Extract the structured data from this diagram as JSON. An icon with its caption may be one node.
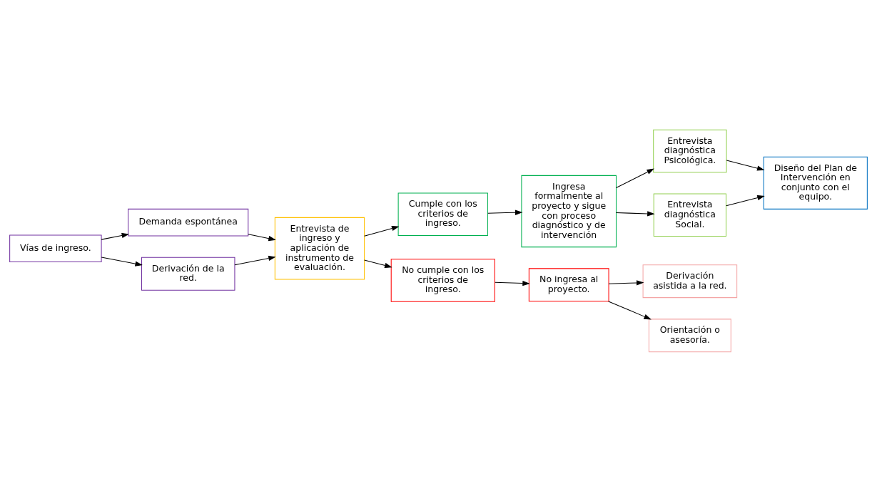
{
  "diagram": {
    "nodes": [
      {
        "text": [
          "Vías de ingreso."
        ]
      },
      {
        "text": [
          "Demanda espontánea"
        ]
      },
      {
        "text": [
          "Derivación de la red."
        ]
      },
      {
        "text": [
          "Entrevista de ingreso y aplicación de instrumento de evaluación."
        ]
      },
      {
        "text": [
          "Cumple con los criterios de ingreso."
        ]
      },
      {
        "text": [
          "Ingresa formalmente al proyecto y sigue con proceso diagnóstico y de intervención"
        ]
      },
      {
        "text": [
          "Entrevista diagnóstica Psicológica."
        ]
      },
      {
        "text": [
          "Entrevista diagnóstica Social."
        ]
      },
      {
        "text": [
          "Diseño del Plan de Intervención en conjunto con el equipo."
        ]
      },
      {
        "text": [
          "No cumple con los criterios de ingreso."
        ]
      },
      {
        "text": [
          "No ingresa al proyecto."
        ]
      },
      {
        "text": [
          "Derivación asistida a la red."
        ]
      },
      {
        "text": [
          "Orientación o asesoría."
        ]
      }
    ],
    "edges": [
      {
        "from": 0,
        "to": 1,
        "arrow": "to"
      },
      {
        "from": 0,
        "to": 2,
        "arrow": "to"
      },
      {
        "from": 1,
        "to": 3,
        "arrow": "to"
      },
      {
        "from": 2,
        "to": 3,
        "arrow": "to"
      },
      {
        "from": 3,
        "to": 4,
        "arrow": "to"
      },
      {
        "from": 3,
        "to": 9,
        "arrow": "to"
      },
      {
        "from": 4,
        "to": 5,
        "arrow": "to"
      },
      {
        "from": 5,
        "to": 6,
        "arrow": "to"
      },
      {
        "from": 5,
        "to": 7,
        "arrow": "to"
      },
      {
        "from": 6,
        "to": 8,
        "arrow": "to"
      },
      {
        "from": 7,
        "to": 8,
        "arrow": "to"
      },
      {
        "from": 9,
        "to": 10,
        "arrow": "to"
      },
      {
        "from": 10,
        "to": 11,
        "arrow": "to"
      },
      {
        "from": 10,
        "to": 12,
        "arrow": "to"
      }
    ]
  }
}
